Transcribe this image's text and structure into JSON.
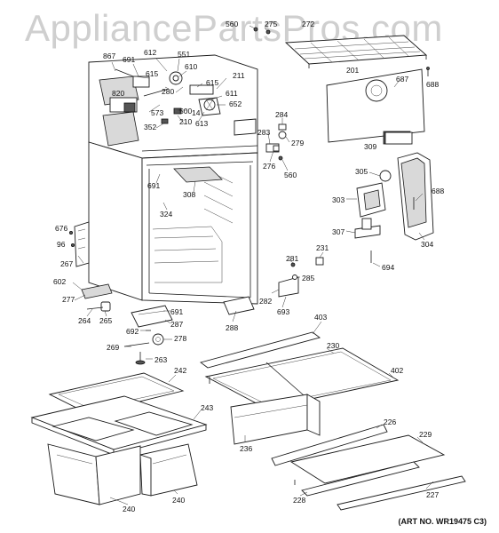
{
  "watermark": "AppliancePartsPros.com",
  "art_number": "(ART NO. WR19475 C3)",
  "callouts": [
    {
      "id": "c560a",
      "text": "560"
    },
    {
      "id": "c275",
      "text": "275"
    },
    {
      "id": "c272",
      "text": "272"
    },
    {
      "id": "c867",
      "text": "867"
    },
    {
      "id": "c691a",
      "text": "691"
    },
    {
      "id": "c612",
      "text": "612"
    },
    {
      "id": "c551",
      "text": "551"
    },
    {
      "id": "c610",
      "text": "610"
    },
    {
      "id": "c615a",
      "text": "615"
    },
    {
      "id": "c615b",
      "text": "615"
    },
    {
      "id": "c211",
      "text": "211"
    },
    {
      "id": "c201",
      "text": "201"
    },
    {
      "id": "c687",
      "text": "687"
    },
    {
      "id": "c688a",
      "text": "688"
    },
    {
      "id": "c820",
      "text": "820"
    },
    {
      "id": "c280",
      "text": "280"
    },
    {
      "id": "c611",
      "text": "611"
    },
    {
      "id": "c652",
      "text": "652"
    },
    {
      "id": "c573",
      "text": "573"
    },
    {
      "id": "c500",
      "text": "500"
    },
    {
      "id": "c14",
      "text": "14"
    },
    {
      "id": "c613",
      "text": "613"
    },
    {
      "id": "c210",
      "text": "210"
    },
    {
      "id": "c284",
      "text": "284"
    },
    {
      "id": "c352",
      "text": "352"
    },
    {
      "id": "c283",
      "text": "283"
    },
    {
      "id": "c279",
      "text": "279"
    },
    {
      "id": "c309",
      "text": "309"
    },
    {
      "id": "c276",
      "text": "276"
    },
    {
      "id": "c560b",
      "text": "560"
    },
    {
      "id": "c305",
      "text": "305"
    },
    {
      "id": "c691b",
      "text": "691"
    },
    {
      "id": "c308",
      "text": "308"
    },
    {
      "id": "c688b",
      "text": "688"
    },
    {
      "id": "c303",
      "text": "303"
    },
    {
      "id": "c324",
      "text": "324"
    },
    {
      "id": "c676",
      "text": "676"
    },
    {
      "id": "c96",
      "text": "96"
    },
    {
      "id": "c307",
      "text": "307"
    },
    {
      "id": "c304",
      "text": "304"
    },
    {
      "id": "c231",
      "text": "231"
    },
    {
      "id": "c267",
      "text": "267"
    },
    {
      "id": "c694",
      "text": "694"
    },
    {
      "id": "c281",
      "text": "281"
    },
    {
      "id": "c602",
      "text": "602"
    },
    {
      "id": "c285",
      "text": "285"
    },
    {
      "id": "c277",
      "text": "277"
    },
    {
      "id": "c282",
      "text": "282"
    },
    {
      "id": "c693",
      "text": "693"
    },
    {
      "id": "c691c",
      "text": "691"
    },
    {
      "id": "c264",
      "text": "264"
    },
    {
      "id": "c265",
      "text": "265"
    },
    {
      "id": "c287",
      "text": "287"
    },
    {
      "id": "c288",
      "text": "288"
    },
    {
      "id": "c403",
      "text": "403"
    },
    {
      "id": "c692",
      "text": "692"
    },
    {
      "id": "c278",
      "text": "278"
    },
    {
      "id": "c230",
      "text": "230"
    },
    {
      "id": "c269",
      "text": "269"
    },
    {
      "id": "c263",
      "text": "263"
    },
    {
      "id": "c402",
      "text": "402"
    },
    {
      "id": "c242",
      "text": "242"
    },
    {
      "id": "c243",
      "text": "243"
    },
    {
      "id": "c236",
      "text": "236"
    },
    {
      "id": "c226",
      "text": "226"
    },
    {
      "id": "c229",
      "text": "229"
    },
    {
      "id": "c228",
      "text": "228"
    },
    {
      "id": "c227",
      "text": "227"
    },
    {
      "id": "c240a",
      "text": "240"
    },
    {
      "id": "c240b",
      "text": "240"
    }
  ]
}
